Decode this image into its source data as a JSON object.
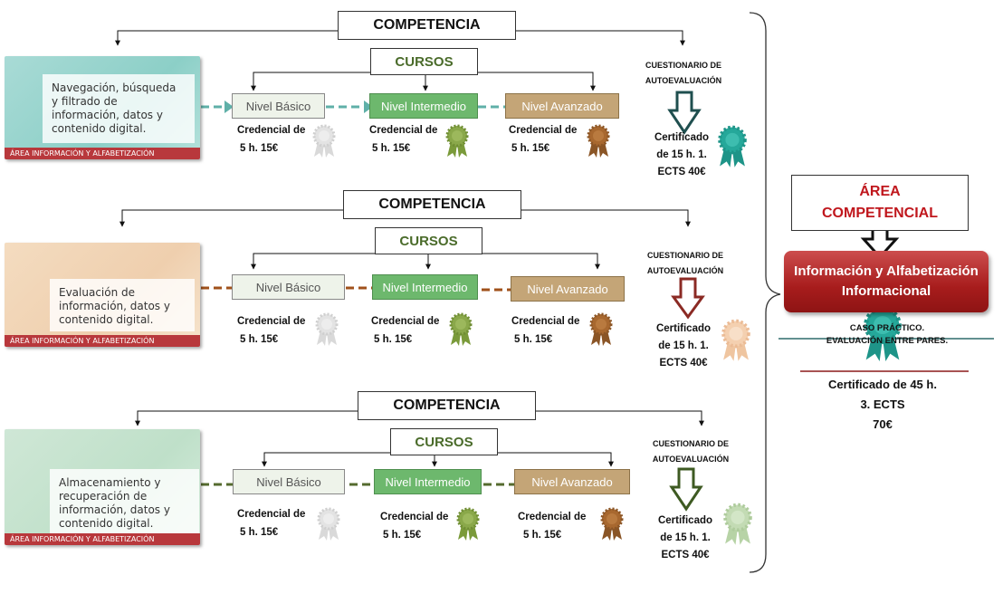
{
  "competencias": [
    {
      "competencia_label": "COMPETENCIA",
      "cursos_label": "CURSOS",
      "thumb_text": "Navegación, búsqueda y filtrado de información, datos y contenido digital.",
      "thumb_footer": "ÁREA INFORMACIÓN Y ALFABETIZACIÓN INFORMACIONAL",
      "niveles": [
        "Nivel Básico",
        "Nivel Intermedio",
        "Nivel Avanzado"
      ],
      "credencial_line1": "Credencial de",
      "credencial_line2": "5 h. 15€",
      "cuestionario": [
        "CUESTIONARIO DE",
        "AUTOEVALUACIÓN"
      ],
      "certificado": [
        "Certificado",
        "de 15 h. 1.",
        "ECTS 40€"
      ]
    },
    {
      "competencia_label": "COMPETENCIA",
      "cursos_label": "CURSOS",
      "thumb_text": "Evaluación de información, datos y contenido digital.",
      "thumb_footer": "ÁREA INFORMACIÓN Y ALFABETIZACIÓN INFORMACIONAL",
      "niveles": [
        "Nivel Básico",
        "Nivel Intermedio",
        "Nivel Avanzado"
      ],
      "credencial_line1": "Credencial de",
      "credencial_line2": "5 h. 15€",
      "cuestionario": [
        "CUESTIONARIO DE",
        "AUTOEVALUACIÓN"
      ],
      "certificado": [
        "Certificado",
        "de 15 h. 1.",
        "ECTS 40€"
      ]
    },
    {
      "competencia_label": "COMPETENCIA",
      "cursos_label": "CURSOS",
      "thumb_text": "Almacenamiento y recuperación de información, datos y contenido digital.",
      "thumb_footer": "ÁREA INFORMACIÓN Y ALFABETIZACIÓN INFORMACIONAL",
      "niveles": [
        "Nivel Básico",
        "Nivel Intermedio",
        "Nivel Avanzado"
      ],
      "credencial_line1": "Credencial de",
      "credencial_line2": "5 h. 15€",
      "cuestionario": [
        "CUESTIONARIO DE",
        "AUTOEVALUACIÓN"
      ],
      "certificado": [
        "Certificado",
        "de 15 h. 1.",
        "ECTS 40€"
      ]
    }
  ],
  "area": {
    "title_line1": "ÁREA",
    "title_line2": "COMPETENCIAL",
    "banner_line1": "Información y Alfabetización",
    "banner_line2": "Informacional",
    "caso_line1": "CASO PRÁCTICO.",
    "caso_line2": "EVALUACIÓN ENTRE PARES.",
    "final_line1": "Certificado de 45 h.",
    "final_line2": "3. ECTS",
    "final_line3": "70€"
  },
  "colors": {
    "row1_accent": "#5fb0a8",
    "row2_accent": "#a0511b",
    "row3_accent": "#556b2f",
    "basico_fill": "#eef3ea",
    "intermedio_fill": "#6db86d",
    "avanzado_fill": "#c4a577",
    "area_red": "#c0171d",
    "teal_badge": "#25a89a"
  },
  "icons": {
    "medal_basic": "ribbon-medal-gray",
    "medal_intermediate": "ribbon-medal-green",
    "medal_advanced": "ribbon-medal-brown"
  }
}
